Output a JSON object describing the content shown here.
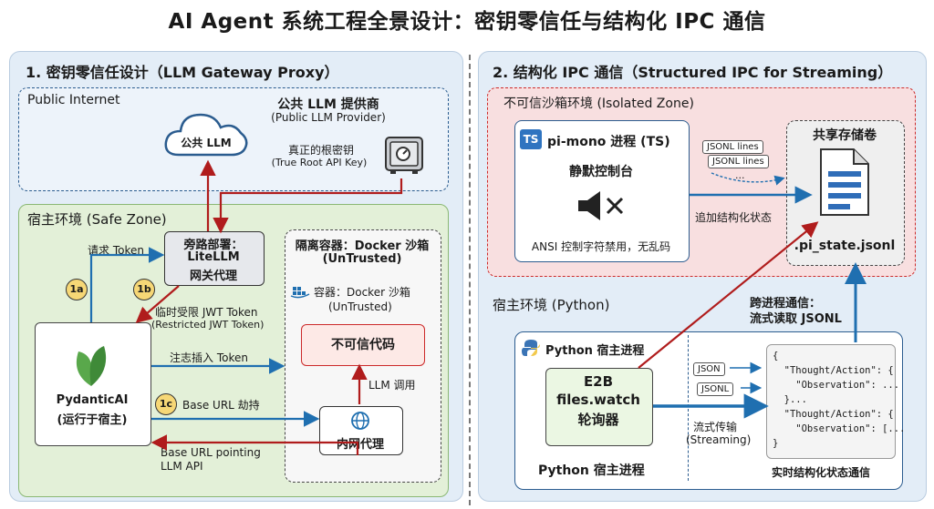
{
  "title": "AI Agent 系统工程全景设计：密钥零信任与结构化 IPC 通信",
  "left": {
    "panel_title": "1. 密钥零信任设计（LLM Gateway Proxy）",
    "public_internet": "Public Internet",
    "provider_cn": "公共 LLM 提供商",
    "provider_en": "(Public LLM Provider)",
    "cloud_label": "公共 LLM",
    "root_key_cn": "真正的根密钥",
    "root_key_en": "(True Root API Key)",
    "safe_zone": "宿主环境 (Safe Zone)",
    "gateway_line1": "旁路部署：",
    "gateway_line2": "LiteLLM",
    "gateway_line3": "网关代理",
    "request_token": "请求 Token",
    "badge_1a": "1a",
    "badge_1b": "1b",
    "badge_1c": "1c",
    "jwt_cn": "临时受限 JWT Token",
    "jwt_en": "(Restricted JWT Token)",
    "isolation_title1": "隔离容器：Docker 沙箱",
    "isolation_title2": "(UnTrusted)",
    "container_cn": "容器：Docker 沙箱",
    "container_en": "(UnTrusted)",
    "untrusted_code": "不可信代码",
    "inject_token": "注志插入 Token",
    "llm_call": "LLM 调用",
    "pydantic_name": "PydanticAI",
    "pydantic_sub": "(运行于宿主)",
    "hijack": "Base URL 劫持",
    "intranet_proxy": "内网代理",
    "base_url_pointing1": "Base URL pointing",
    "base_url_pointing2": "LLM API"
  },
  "right": {
    "panel_title": "2. 结构化 IPC 通信（Structured IPC for Streaming）",
    "isolated_zone": "不可信沙箱环境 (Isolated Zone)",
    "ts_badge": "TS",
    "pimono": "pi-mono 进程 (TS)",
    "silent_console": "静默控制台",
    "ansi_note": "ANSI 控制字符禁用，无乱码",
    "jsonl_lines_1": "JSONL lines",
    "jsonl_lines_2": "JSONL lines",
    "ellipsis": "...",
    "append_state": "追加结构化状态",
    "shared_volume": "共享存储卷",
    "state_file": ".pi_state.jsonl",
    "host_env": "宿主环境 (Python)",
    "cross_process1": "跨进程通信：",
    "cross_process2": "流式读取 JSONL",
    "python_host_title": "Python 宿主进程",
    "e2b_line1": "E2B",
    "e2b_line2": "files.watch",
    "e2b_line3": "轮询器",
    "json_pill": "JSON",
    "jsonl_pill": "JSONL",
    "stream_cn": "流式传输",
    "stream_en": "(Streaming)",
    "python_host_bottom": "Python 宿主进程",
    "realtime_label": "实时结构化状态通信",
    "code_lines": [
      "{",
      "  \"Thought/Action\": {",
      "    \"Observation\": ...",
      "  }...",
      "  \"Thought/Action\": {",
      "    \"Observation\": [...",
      "}"
    ]
  },
  "colors": {
    "blue_arrow": "#1f6fb0",
    "red_arrow": "#b01c1c",
    "panel_bg": "#e3edf7",
    "safe_bg": "#e3f0d8",
    "isolated_bg": "#f8dfe0"
  }
}
